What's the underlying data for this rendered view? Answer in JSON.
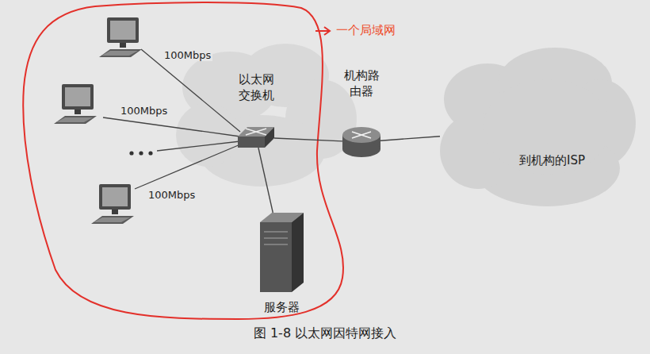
{
  "diagram": {
    "caption": "图 1-8 以太网因特网接入",
    "nodes": [
      {
        "text": [
          "以太网交换机"
        ]
      },
      {
        "text": [
          "机构路由器"
        ]
      },
      {
        "text": [
          "到机构的ISP"
        ]
      },
      {
        "text": [
          "服务器"
        ]
      }
    ],
    "edges": [
      {
        "from": 0,
        "to": 1,
        "arrow": "none"
      },
      {
        "from": 1,
        "to": 2,
        "arrow": "none"
      },
      {
        "from": 0,
        "to": 3,
        "arrow": "none"
      }
    ],
    "labels": [
      "100Mbps",
      "100Mbps",
      "100Mbps",
      "一个局域网"
    ]
  }
}
